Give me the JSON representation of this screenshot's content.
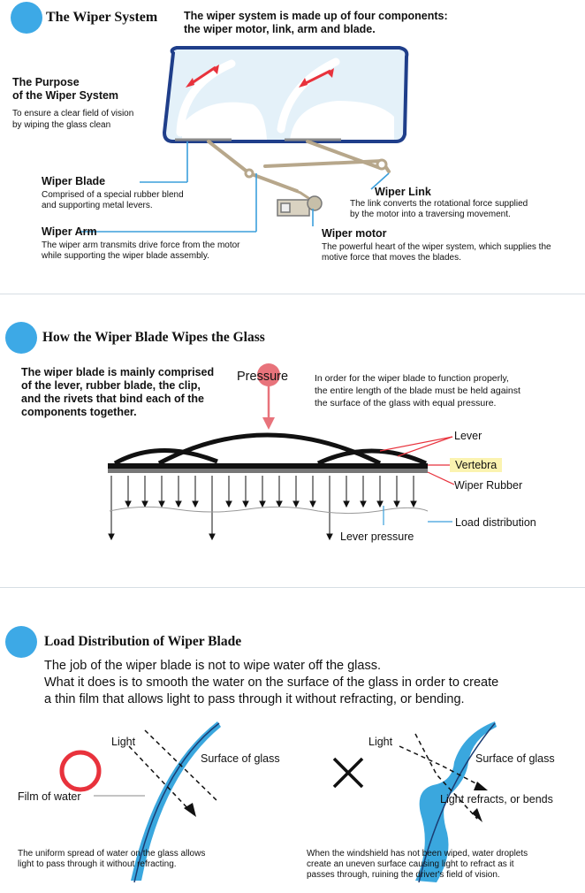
{
  "section1": {
    "heading": "The Wiper System",
    "intro": [
      "The wiper system is made up of four components:",
      "the wiper motor, link, arm and blade."
    ],
    "purpose_title": [
      "The Purpose",
      "of the Wiper System"
    ],
    "purpose_desc": [
      "To ensure a clear field of vision",
      "by wiping the glass clean"
    ],
    "blade": {
      "title": "Wiper Blade",
      "desc": [
        "Comprised of a special rubber blend",
        "and supporting metal levers."
      ]
    },
    "arm": {
      "title": "Wiper Arm",
      "desc": [
        "The wiper arm transmits drive force from the motor",
        "while supporting the wiper blade assembly."
      ]
    },
    "link": {
      "title": "Wiper Link",
      "desc": [
        "The link converts the rotational force supplied",
        "by the motor into a traversing movement."
      ]
    },
    "motor": {
      "title": "Wiper motor",
      "desc": [
        "The powerful heart of the wiper system, which supplies the",
        "motive force that moves the blades."
      ]
    }
  },
  "section2": {
    "heading": "How the Wiper Blade Wipes the Glass",
    "left_text": [
      "The wiper blade is mainly comprised",
      "of the lever, rubber blade, the clip,",
      "and the rivets that bind each of the",
      "components together."
    ],
    "pressure": "Pressure",
    "right_text": [
      "In order for the wiper blade to function properly,",
      "the entire length of the blade must be held against",
      "the surface of the glass with equal pressure."
    ],
    "labels": {
      "lever": "Lever",
      "vertebra": "Vertebra",
      "rubber": "Wiper Rubber",
      "load": "Load distribution",
      "lever_pressure": "Lever pressure"
    }
  },
  "section3": {
    "heading": "Load Distribution of Wiper Blade",
    "lines": [
      "The job of the wiper blade is not to wipe water off the glass.",
      "What it  does is to smooth the water on the surface of the glass in order to create",
      "a  thin film that allows light to pass through it without refracting, or bending."
    ],
    "left": {
      "light": "Light",
      "surface": "Surface of glass",
      "film": "Film of water",
      "caption": [
        "The uniform spread of water on the glass allows",
        "light to pass through it   without refracting."
      ]
    },
    "right": {
      "light": "Light",
      "surface": "Surface of glass",
      "refract": "Light refracts, or bends",
      "caption": [
        "When the windshield has not been wiped, water droplets",
        "create an uneven   surface causing light to refract as it",
        "passes through, ruining the driver's field of vision."
      ]
    }
  },
  "colors": {
    "accent_blue": "#3da9e6",
    "red": "#e8323c",
    "pressure_pink": "#e8737b",
    "vertebra_yellow": "#fbf3b0"
  }
}
